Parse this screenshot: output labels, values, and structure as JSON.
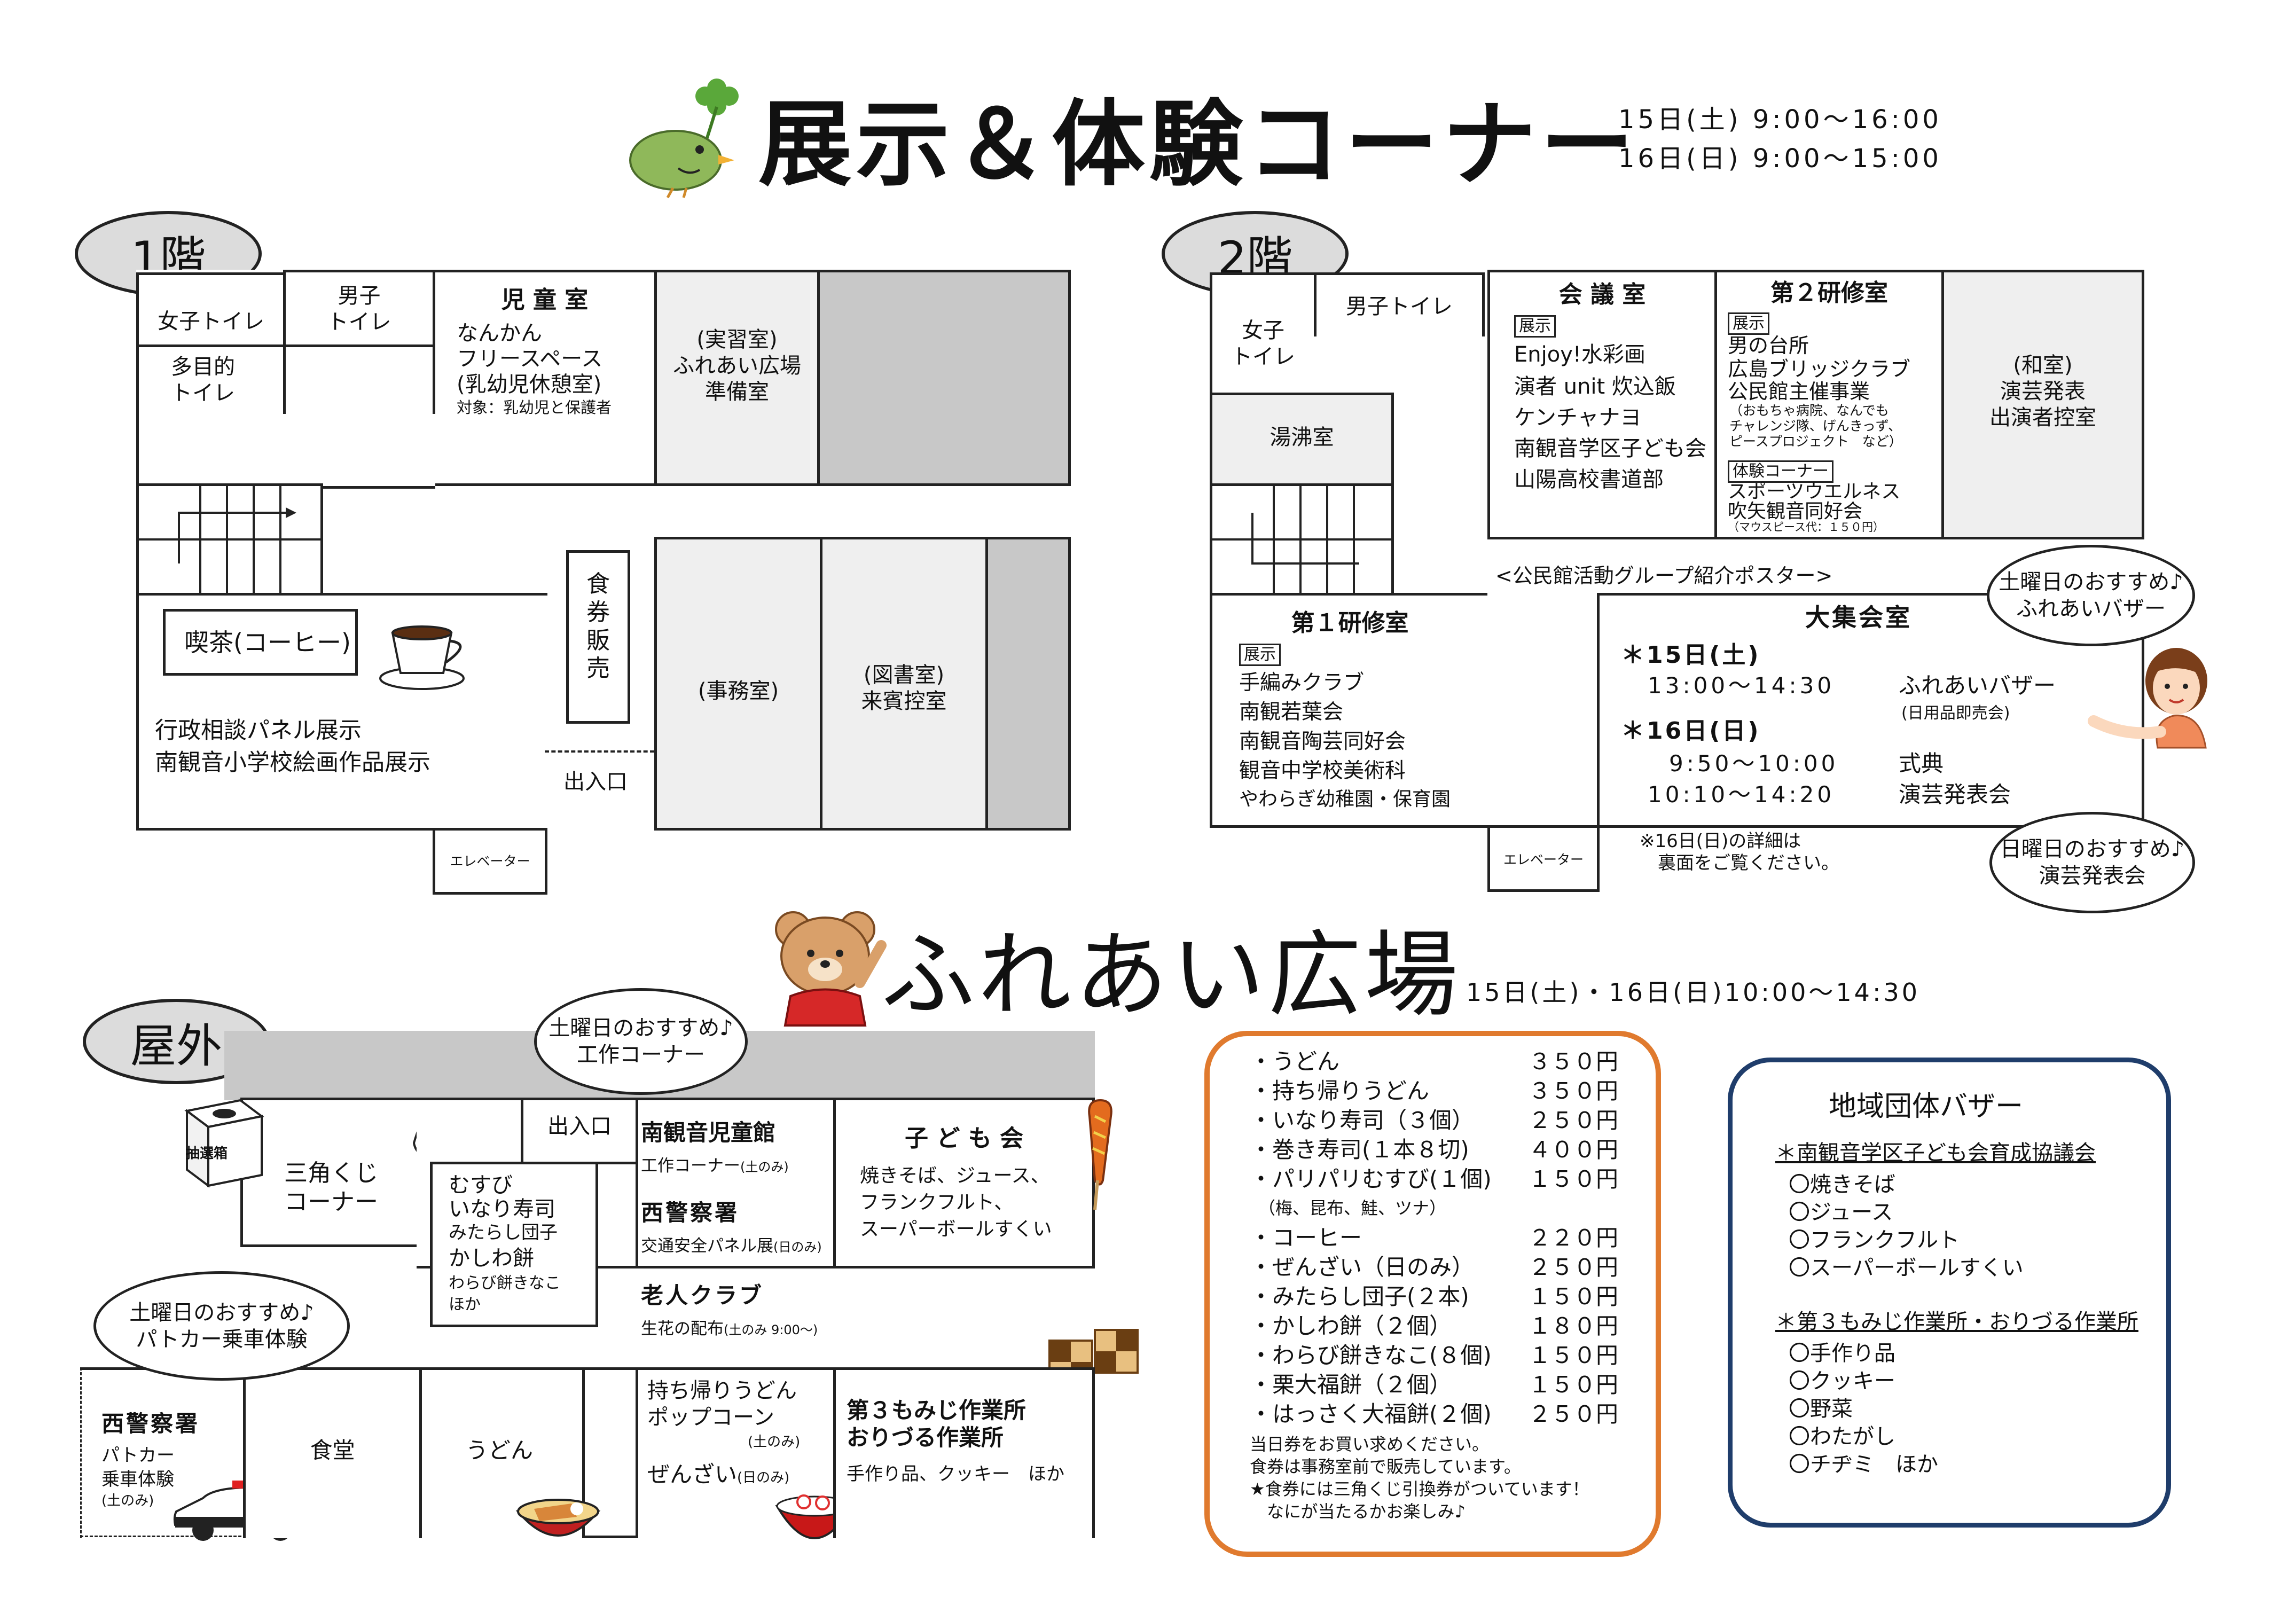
{
  "header": {
    "title": "展示＆体験コーナー",
    "schedule": [
      "15日(土) 9:00〜16:00",
      "16日(日) 9:00〜15:00"
    ]
  },
  "floor1": {
    "label": "1階",
    "womens_toilet": "女子トイレ",
    "mens_toilet": "男子\nトイレ",
    "multi_toilet": "多目的\nトイレ",
    "kids_room": {
      "title": "児 童 室",
      "lines": [
        "なんかん",
        "フリースペース",
        "(乳幼児休憩室)"
      ],
      "note": "対象：乳幼児と保護者"
    },
    "prep_room": "(実習室)\nふれあい広場\n準備室",
    "ticket_sales": "食\n券\n販\n売",
    "office": "(事務室)",
    "library": "(図書室)\n来賓控室",
    "cafe": "喫茶(コーヒー)",
    "exhibits": [
      "行政相談パネル展示",
      "南観音小学校絵画作品展示"
    ],
    "entrance": "出入口",
    "elevator": "エレベーター"
  },
  "floor2": {
    "label": "2階",
    "womens_toilet": "女子\nトイレ",
    "mens_toilet": "男子トイレ",
    "kettle_room": "湯沸室",
    "meeting_room": {
      "title": "会 議 室",
      "tag": "展示",
      "lines": [
        "Enjoy!水彩画",
        "演者 unit 炊込飯",
        "ケンチャナヨ",
        "南観音学区子ども会",
        "山陽高校書道部"
      ]
    },
    "training2": {
      "title": "第２研修室",
      "tag1": "展示",
      "lines1": [
        "男の台所",
        "広島ブリッジクラブ",
        "公民館主催事業"
      ],
      "small1": "（おもちゃ病院、なんでも\nチャレンジ隊、げんきっず、\nピースプロジェクト　など）",
      "tag2": "体験コーナー",
      "lines2": [
        "スポーツウエルネス",
        "吹矢観音同好会"
      ],
      "small2": "（マウスピース代：１５０円）"
    },
    "japanese_room": "(和室)\n演芸発表\n出演者控室",
    "poster_note": "<公民館活動グループ紹介ポスター>",
    "training1": {
      "title": "第１研修室",
      "tag": "展示",
      "lines": [
        "手編みクラブ",
        "南観若葉会",
        "南観音陶芸同好会",
        "観音中学校美術科",
        "やわらぎ幼稚園・保育園"
      ]
    },
    "hall": {
      "title": "大集会室",
      "day1": "＊15日(土)",
      "day1_time": "13:00〜14:30",
      "day1_event": "ふれあいバザー",
      "day1_note": "(日用品即売会)",
      "day2": "＊16日(日)",
      "day2_time1": "9:50〜10:00",
      "day2_event1": "式典",
      "day2_time2": "10:10〜14:20",
      "day2_event2": "演芸発表会"
    },
    "elevator": "エレベーター",
    "footnote": "※16日(日)の詳細は\n　裏面をご覧ください。",
    "bubble_sat": "土曜日のおすすめ♪\nふれあいバザー",
    "bubble_sun": "日曜日のおすすめ♪\n演芸発表会"
  },
  "plaza": {
    "title": "ふれあい広場",
    "schedule": "15日(土)・16日(日)10:00〜14:30"
  },
  "outdoor": {
    "label": "屋外",
    "lottery_box": "抽選箱",
    "lottery_corner": "三角くじ\nコーナー",
    "entrance": "出入口",
    "musubi": {
      "lines": [
        "むすび",
        "いなり寿司"
      ],
      "small": [
        "みたらし団子"
      ],
      "lines2": [
        "かしわ餅"
      ],
      "small2": [
        "わらび餅きなこ",
        "ほか"
      ]
    },
    "minami_kids": {
      "title": "南観音児童館",
      "line": "工作コーナー",
      "line_note": "(土のみ)",
      "title2": "西警察署",
      "line2": "交通安全パネル展",
      "line2_note": "(日のみ)"
    },
    "kodomokai": {
      "title": "子 ど も 会",
      "lines": [
        "焼きそば、ジュース、",
        "フランクフルト、",
        "スーパーボールすくい"
      ]
    },
    "elderly": {
      "title": "老人クラブ",
      "line": "生花の配布",
      "line_note": "(土のみ 9:00〜)"
    },
    "police": {
      "title": "西警察署",
      "lines": [
        "パトカー",
        "乗車体験"
      ],
      "note": "(土のみ)"
    },
    "cafeteria": "食堂",
    "udon": "うどん",
    "takeout": {
      "line1": "持ち帰りうどん",
      "line2": "ポップコーン",
      "line2_note": "(土のみ)",
      "line3": "ぜんざい",
      "line3_note": "(日のみ)"
    },
    "momiji": {
      "title": "第３もみじ作業所\nおりづる作業所",
      "line": "手作り品、クッキー　ほか"
    },
    "bubble_craft": "土曜日のおすすめ♪\n工作コーナー",
    "bubble_patrol": "土曜日のおすすめ♪\nパトカー乗車体験"
  },
  "menu": {
    "items": [
      [
        "・うどん",
        "３５０円"
      ],
      [
        "・持ち帰りうどん",
        "３５０円"
      ],
      [
        "・いなり寿司（３個）",
        "２５０円"
      ],
      [
        "・巻き寿司(１本８切)",
        "４００円"
      ],
      [
        "・パリパリむすび(１個)",
        "１５０円"
      ],
      [
        "　（梅、昆布、鮭、ツナ）",
        ""
      ],
      [
        "・コーヒー",
        "２２０円"
      ],
      [
        "・ぜんざい（日のみ）",
        "２５０円"
      ],
      [
        "・みたらし団子(２本)",
        "１５０円"
      ],
      [
        "・かしわ餅（２個）",
        "１８０円"
      ],
      [
        "・わらび餅きなこ(８個)",
        "１５０円"
      ],
      [
        "・栗大福餅（２個）",
        "１５０円"
      ],
      [
        "・はっさく大福餅(２個)",
        "２５０円"
      ]
    ],
    "notes": [
      "当日券をお買い求めください。",
      "食券は事務室前で販売しています。",
      "★食券には三角くじ引換券がついています！",
      "　なにが当たるかお楽しみ♪"
    ]
  },
  "bazaar": {
    "title": "地域団体バザー",
    "group1": "＊南観音学区子ども会育成協議会",
    "items1": [
      "〇焼きそば",
      "〇ジュース",
      "〇フランクフルト",
      "〇スーパーボールすくい"
    ],
    "group2": "＊第３もみじ作業所・おりづる作業所",
    "items2": [
      "〇手作り品",
      "〇クッキー",
      "〇野菜",
      "〇わたがし",
      "〇チヂミ　ほか"
    ]
  },
  "colors": {
    "menu_border": "#e07a2e",
    "bazaar_border": "#1f3d6b",
    "bird": "#8fb85a",
    "bear": "#d9a06a"
  }
}
